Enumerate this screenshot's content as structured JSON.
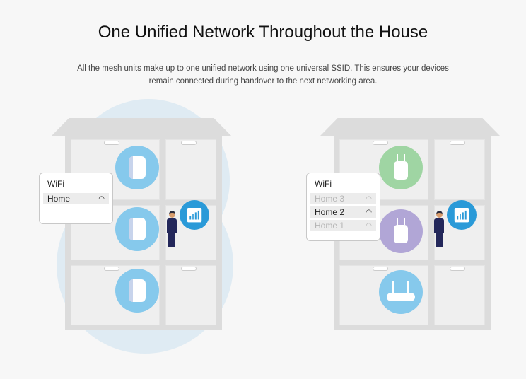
{
  "header": {
    "title": "One Unified Network Throughout the House",
    "description": "All the mesh units make up to one unified network using one universal SSID. This ensures your devices remain connected during handover to the next networking area."
  },
  "left_scene": {
    "panel_title": "WiFi",
    "networks": [
      {
        "name": "Home",
        "state": "connected"
      }
    ]
  },
  "right_scene": {
    "panel_title": "WiFi",
    "networks": [
      {
        "name": "Home 3",
        "state": "inactive"
      },
      {
        "name": "Home 2",
        "state": "connected"
      },
      {
        "name": "Home 1",
        "state": "inactive"
      }
    ],
    "unit_colors": [
      "#9fd5a3",
      "#b1a6d6",
      "#86c9ec"
    ]
  },
  "colors": {
    "accent": "#2a9ad8",
    "mesh_unit": "#86c9ec"
  }
}
